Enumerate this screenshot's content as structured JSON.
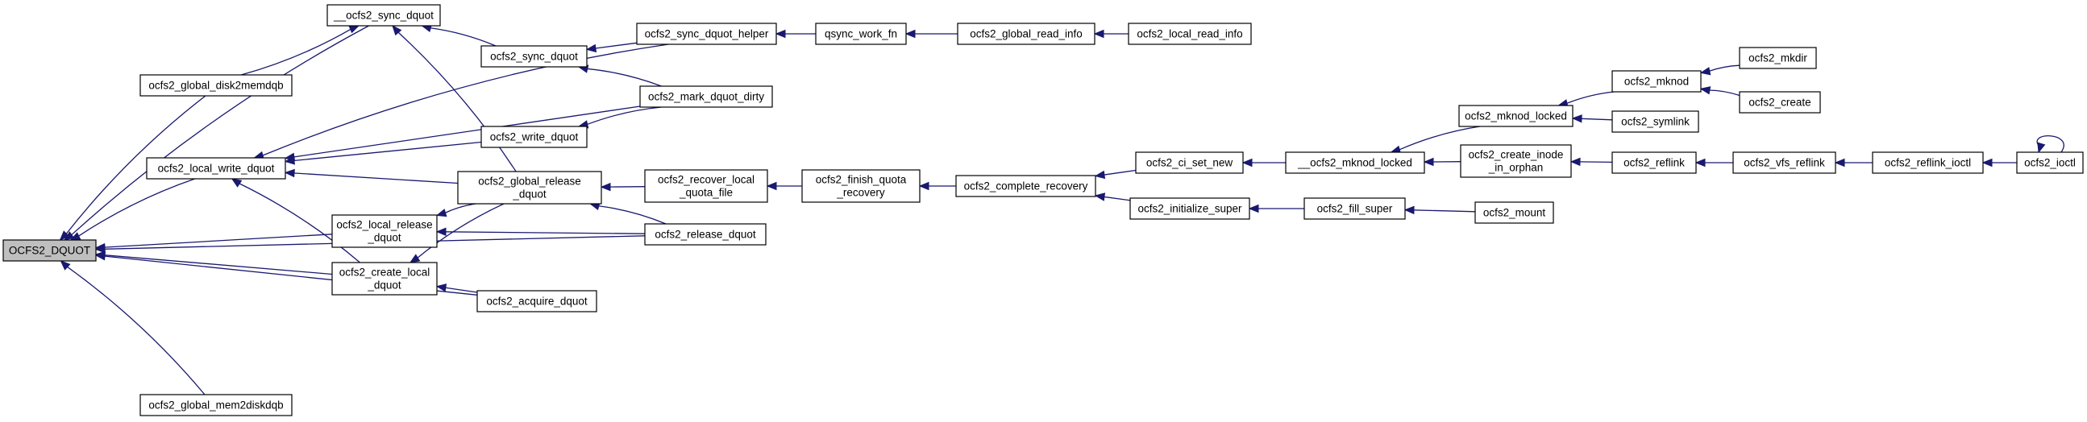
{
  "nodes": [
    {
      "id": "ocfs2_dquot",
      "lines": [
        "OCFS2_DQUOT"
      ],
      "root": true
    },
    {
      "id": "sync_dquot_u",
      "lines": [
        "__ocfs2_sync_dquot"
      ]
    },
    {
      "id": "global_disk2memdqb",
      "lines": [
        "ocfs2_global_disk2memdqb"
      ]
    },
    {
      "id": "local_write_dquot",
      "lines": [
        "ocfs2_local_write_dquot"
      ]
    },
    {
      "id": "local_release_dquot",
      "lines": [
        "ocfs2_local_release",
        "_dquot"
      ]
    },
    {
      "id": "create_local_dquot",
      "lines": [
        "ocfs2_create_local",
        "_dquot"
      ]
    },
    {
      "id": "global_mem2diskdqb",
      "lines": [
        "ocfs2_global_mem2diskdqb"
      ]
    },
    {
      "id": "sync_dquot",
      "lines": [
        "ocfs2_sync_dquot"
      ]
    },
    {
      "id": "write_dquot",
      "lines": [
        "ocfs2_write_dquot"
      ]
    },
    {
      "id": "global_release_dquot",
      "lines": [
        "ocfs2_global_release",
        "_dquot"
      ]
    },
    {
      "id": "acquire_dquot",
      "lines": [
        "ocfs2_acquire_dquot"
      ]
    },
    {
      "id": "sync_dquot_helper",
      "lines": [
        "ocfs2_sync_dquot_helper"
      ]
    },
    {
      "id": "mark_dquot_dirty",
      "lines": [
        "ocfs2_mark_dquot_dirty"
      ]
    },
    {
      "id": "recover_local_quota_file",
      "lines": [
        "ocfs2_recover_local",
        "_quota_file"
      ]
    },
    {
      "id": "release_dquot",
      "lines": [
        "ocfs2_release_dquot"
      ]
    },
    {
      "id": "qsync_work_fn",
      "lines": [
        "qsync_work_fn"
      ]
    },
    {
      "id": "finish_quota_recovery",
      "lines": [
        "ocfs2_finish_quota",
        "_recovery"
      ]
    },
    {
      "id": "global_read_info",
      "lines": [
        "ocfs2_global_read_info"
      ]
    },
    {
      "id": "local_read_info",
      "lines": [
        "ocfs2_local_read_info"
      ]
    },
    {
      "id": "complete_recovery",
      "lines": [
        "ocfs2_complete_recovery"
      ]
    },
    {
      "id": "ci_set_new",
      "lines": [
        "ocfs2_ci_set_new"
      ]
    },
    {
      "id": "initialize_super",
      "lines": [
        "ocfs2_initialize_super"
      ]
    },
    {
      "id": "mknod_locked_u",
      "lines": [
        "__ocfs2_mknod_locked"
      ]
    },
    {
      "id": "fill_super",
      "lines": [
        "ocfs2_fill_super"
      ]
    },
    {
      "id": "mount",
      "lines": [
        "ocfs2_mount"
      ]
    },
    {
      "id": "mknod_locked",
      "lines": [
        "ocfs2_mknod_locked"
      ]
    },
    {
      "id": "create_inode_in_orphan",
      "lines": [
        "ocfs2_create_inode",
        "_in_orphan"
      ]
    },
    {
      "id": "mknod",
      "lines": [
        "ocfs2_mknod"
      ]
    },
    {
      "id": "symlink",
      "lines": [
        "ocfs2_symlink"
      ]
    },
    {
      "id": "mkdir",
      "lines": [
        "ocfs2_mkdir"
      ]
    },
    {
      "id": "create",
      "lines": [
        "ocfs2_create"
      ]
    },
    {
      "id": "reflink",
      "lines": [
        "ocfs2_reflink"
      ]
    },
    {
      "id": "vfs_reflink",
      "lines": [
        "ocfs2_vfs_reflink"
      ]
    },
    {
      "id": "reflink_ioctl",
      "lines": [
        "ocfs2_reflink_ioctl"
      ]
    },
    {
      "id": "ioctl",
      "lines": [
        "ocfs2_ioctl"
      ]
    }
  ],
  "edges": [
    [
      "sync_dquot_u",
      "ocfs2_dquot"
    ],
    [
      "global_disk2memdqb",
      "ocfs2_dquot"
    ],
    [
      "local_write_dquot",
      "ocfs2_dquot"
    ],
    [
      "local_release_dquot",
      "ocfs2_dquot"
    ],
    [
      "create_local_dquot",
      "ocfs2_dquot"
    ],
    [
      "global_mem2diskdqb",
      "ocfs2_dquot"
    ],
    [
      "acquire_dquot",
      "ocfs2_dquot"
    ],
    [
      "release_dquot",
      "ocfs2_dquot"
    ],
    [
      "global_disk2memdqb",
      "sync_dquot_u"
    ],
    [
      "sync_dquot",
      "sync_dquot_u"
    ],
    [
      "global_release_dquot",
      "sync_dquot_u"
    ],
    [
      "sync_dquot_helper",
      "local_write_dquot"
    ],
    [
      "mark_dquot_dirty",
      "local_write_dquot"
    ],
    [
      "write_dquot",
      "local_write_dquot"
    ],
    [
      "global_release_dquot",
      "local_write_dquot"
    ],
    [
      "create_local_dquot",
      "local_write_dquot"
    ],
    [
      "global_release_dquot",
      "local_release_dquot"
    ],
    [
      "release_dquot",
      "local_release_dquot"
    ],
    [
      "global_release_dquot",
      "create_local_dquot"
    ],
    [
      "acquire_dquot",
      "create_local_dquot"
    ],
    [
      "sync_dquot_helper",
      "sync_dquot"
    ],
    [
      "mark_dquot_dirty",
      "sync_dquot"
    ],
    [
      "mark_dquot_dirty",
      "write_dquot"
    ],
    [
      "recover_local_quota_file",
      "global_release_dquot"
    ],
    [
      "release_dquot",
      "global_release_dquot"
    ],
    [
      "qsync_work_fn",
      "sync_dquot_helper"
    ],
    [
      "global_read_info",
      "qsync_work_fn"
    ],
    [
      "local_read_info",
      "global_read_info"
    ],
    [
      "finish_quota_recovery",
      "recover_local_quota_file"
    ],
    [
      "complete_recovery",
      "finish_quota_recovery"
    ],
    [
      "ci_set_new",
      "complete_recovery"
    ],
    [
      "initialize_super",
      "complete_recovery"
    ],
    [
      "mknod_locked_u",
      "ci_set_new"
    ],
    [
      "fill_super",
      "initialize_super"
    ],
    [
      "mount",
      "fill_super"
    ],
    [
      "mknod_locked",
      "mknod_locked_u"
    ],
    [
      "create_inode_in_orphan",
      "mknod_locked_u"
    ],
    [
      "mknod",
      "mknod_locked"
    ],
    [
      "symlink",
      "mknod_locked"
    ],
    [
      "mkdir",
      "mknod"
    ],
    [
      "create",
      "mknod"
    ],
    [
      "reflink",
      "create_inode_in_orphan"
    ],
    [
      "vfs_reflink",
      "reflink"
    ],
    [
      "reflink_ioctl",
      "vfs_reflink"
    ],
    [
      "ioctl",
      "reflink_ioctl"
    ],
    [
      "ioctl",
      "ioctl"
    ]
  ]
}
